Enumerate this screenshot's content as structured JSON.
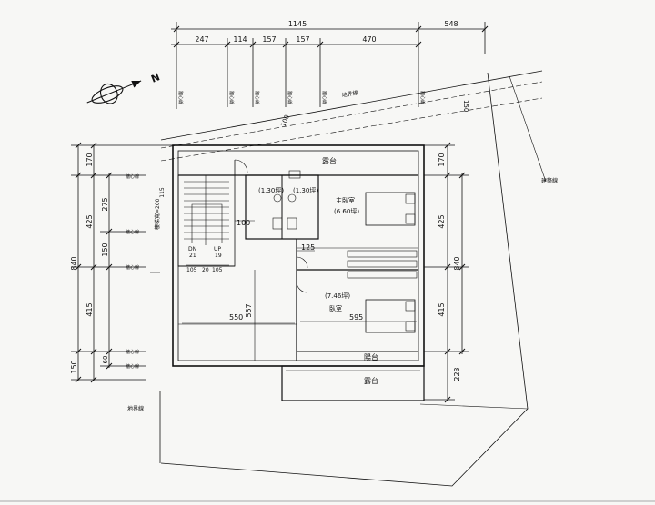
{
  "top_dims": {
    "overall": "1145",
    "right": "548",
    "segments": [
      "247",
      "114",
      "157",
      "157",
      "470"
    ]
  },
  "left_dims": {
    "outer": [
      "170",
      "425",
      "840",
      "415",
      "150"
    ],
    "inner": [
      "275",
      "150",
      "60"
    ],
    "sub": [
      "115"
    ]
  },
  "right_dims": [
    "170",
    "425",
    "840",
    "415",
    "223"
  ],
  "axis_label": "牆心線",
  "lines": {
    "boundary": "地界線",
    "building": "建築線"
  },
  "slope_dim": "150",
  "slope_dim_2": "100",
  "rooms": {
    "terrace_top": "露台",
    "master_bedroom": "主臥室",
    "master_area": "(6.60坪)",
    "bath_left_area": "(1.30坪)",
    "bath_right_area": "(1.30坪)",
    "bedroom": "臥室",
    "bedroom_area": "(7.46坪)",
    "balcony": "陽台",
    "terrace_bottom": "露台"
  },
  "stair": {
    "width_note": "樓梯寬=200",
    "dn_label": "DN",
    "dn_count": "21",
    "up_label": "UP",
    "up_count": "19"
  },
  "interior_dims": {
    "d100": "100",
    "d125": "125",
    "d105a": "105",
    "d20": "20",
    "d105b": "105",
    "d557": "557",
    "d550": "550",
    "d595": "595"
  },
  "north": "N"
}
